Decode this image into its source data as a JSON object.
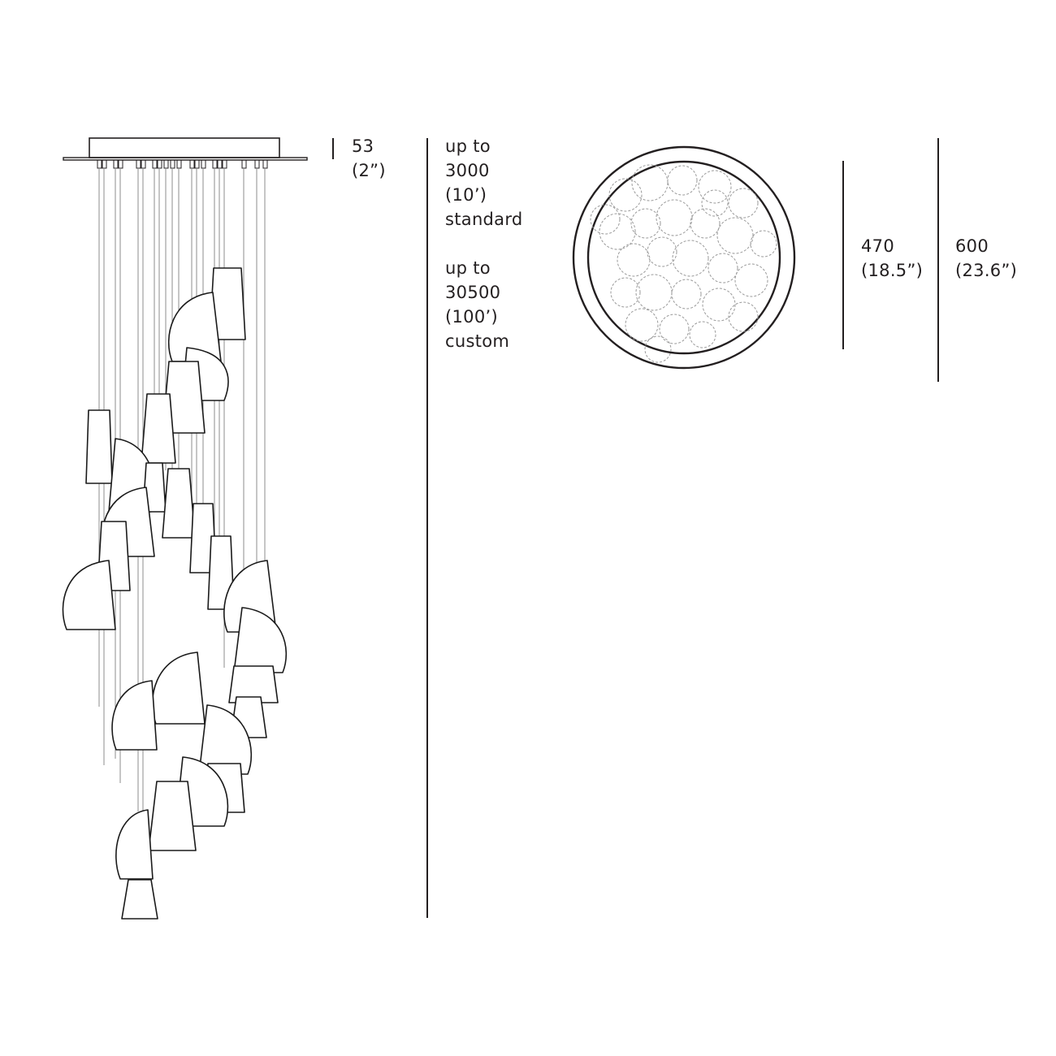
{
  "dimensions": {
    "canopy_height": {
      "mm": "53",
      "in": "(2”)"
    },
    "cord_length": {
      "standard": {
        "prefix": "up to",
        "mm": "3000",
        "ft": "(10’)",
        "type": "standard"
      },
      "custom": {
        "prefix": "up to",
        "mm": "30500",
        "ft": "(100’)",
        "type": "custom"
      }
    },
    "inner_diameter": {
      "mm": "470",
      "in": "(18.5”)"
    },
    "outer_diameter": {
      "mm": "600",
      "in": "(23.6”)"
    }
  },
  "drawing": {
    "views": [
      "elevation",
      "plan"
    ],
    "line_color": "#231f20",
    "cord_color": "#8c8c8c",
    "icons": [
      "pendant-shade-icon",
      "canopy-icon"
    ]
  }
}
